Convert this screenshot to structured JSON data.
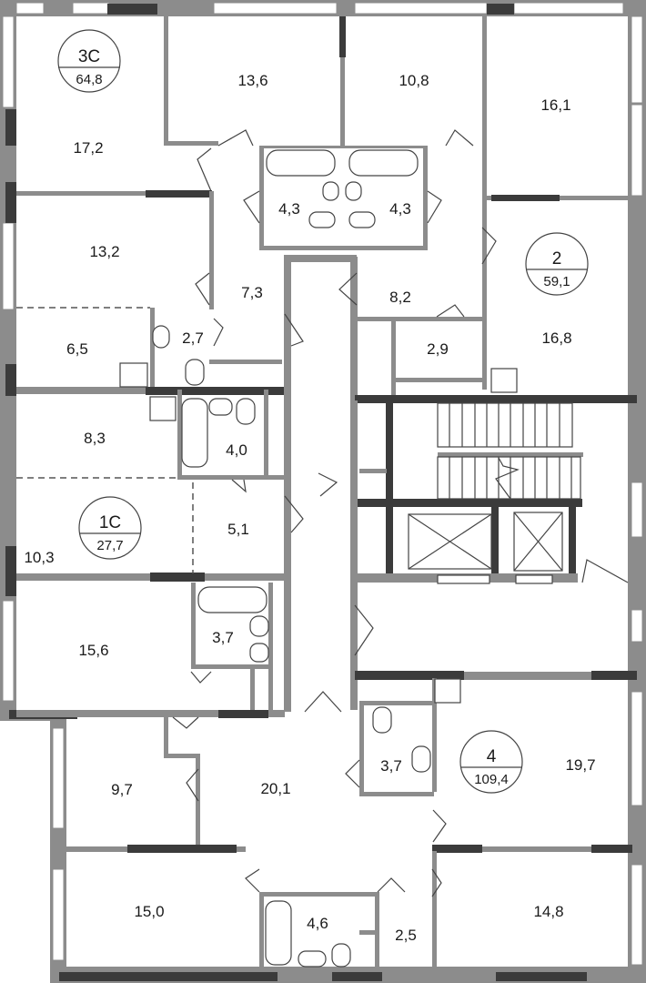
{
  "plan": {
    "apartments": [
      {
        "type": "3С",
        "area": "64,8"
      },
      {
        "type": "2",
        "area": "59,1"
      },
      {
        "type": "1С",
        "area": "27,7"
      },
      {
        "type": "4",
        "area": "109,4"
      }
    ],
    "rooms": [
      "17,2",
      "13,6",
      "10,8",
      "16,1",
      "4,3",
      "4,3",
      "13,2",
      "7,3",
      "8,2",
      "6,5",
      "2,7",
      "2,9",
      "16,8",
      "8,3",
      "4,0",
      "5,1",
      "10,3",
      "15,6",
      "3,7",
      "3,7",
      "19,7",
      "9,7",
      "20,1",
      "15,0",
      "4,6",
      "2,5",
      "14,8"
    ]
  }
}
